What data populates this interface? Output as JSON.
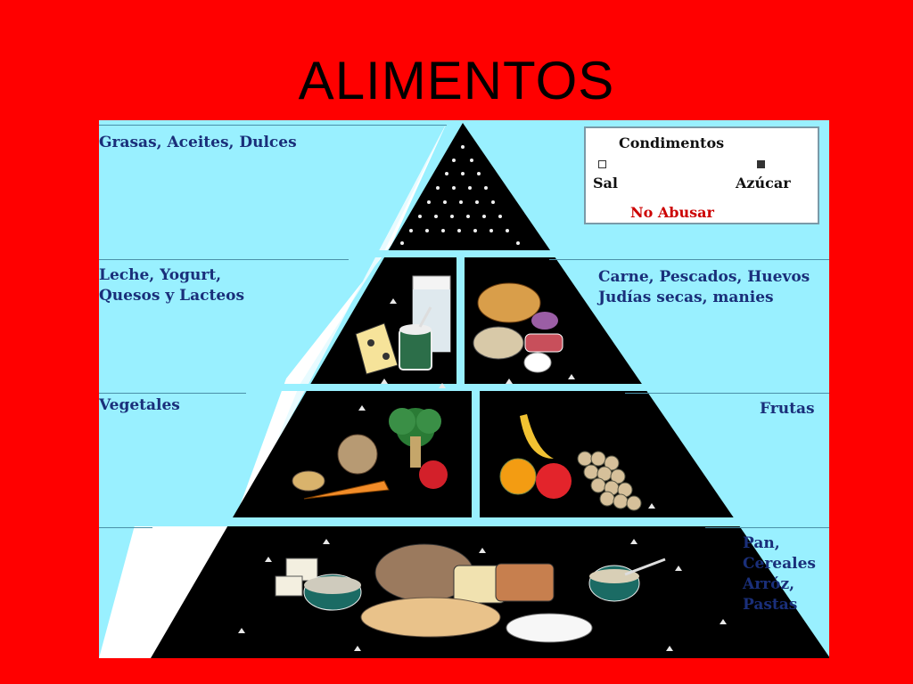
{
  "slide": {
    "title": "ALIMENTOS",
    "background_color": "#ff0000"
  },
  "pyramid": {
    "levels": {
      "top": {
        "label": "Grasas, Aceites, Dulces"
      },
      "dairy": {
        "label_line1": "Leche, Yogurt,",
        "label_line2": "Quesos y Lacteos"
      },
      "protein": {
        "label_line1": "Carne, Pescados, Huevos",
        "label_line2": "Judías secas, manies"
      },
      "vegetables": {
        "label": "Vegetales"
      },
      "fruits": {
        "label": "Frutas"
      },
      "grains": {
        "label_line1": "Pan,",
        "label_line2": "Cereales",
        "label_line3": "Arróz,",
        "label_line4": "Pastas"
      }
    },
    "legend": {
      "heading": "Condimentos",
      "salt": "Sal",
      "sugar": "Azúcar",
      "warning": "No Abusar",
      "warning_color": "#cc0000"
    },
    "colors": {
      "sky": "#99f0ff",
      "pyramid": "#000000",
      "side": "#ffffff",
      "text": "#1a2f7a"
    }
  }
}
